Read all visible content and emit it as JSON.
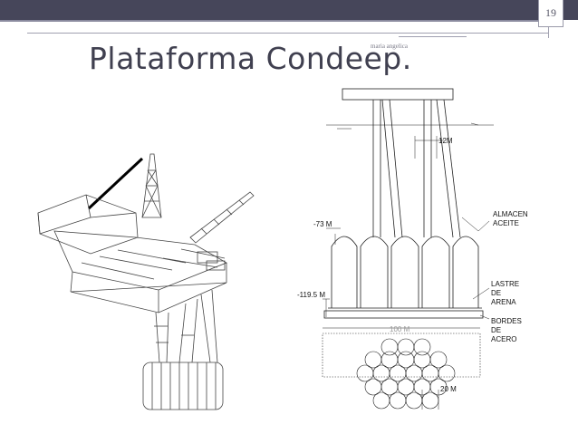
{
  "slide": {
    "number": "19",
    "title": "Plataforma Condeep.",
    "author": "maria angelica"
  },
  "diagram": {
    "labels": {
      "width_12m": "12M",
      "depth_73": "-73 M",
      "depth_119": "-119.5 M",
      "almacen_line1": "ALMACEN",
      "almacen_line2": "ACEITE",
      "lastre_line1": "LASTRE",
      "lastre_line2": "DE",
      "lastre_line3": "ARENA",
      "bordes_line1": "BORDES",
      "bordes_line2": "DE",
      "bordes_line3": "ACERO",
      "width_100m": "100  M",
      "cell_20m": "20 M"
    }
  },
  "colors": {
    "header_bar": "#46465a",
    "title_text": "#404050",
    "line_art": "#222222"
  }
}
